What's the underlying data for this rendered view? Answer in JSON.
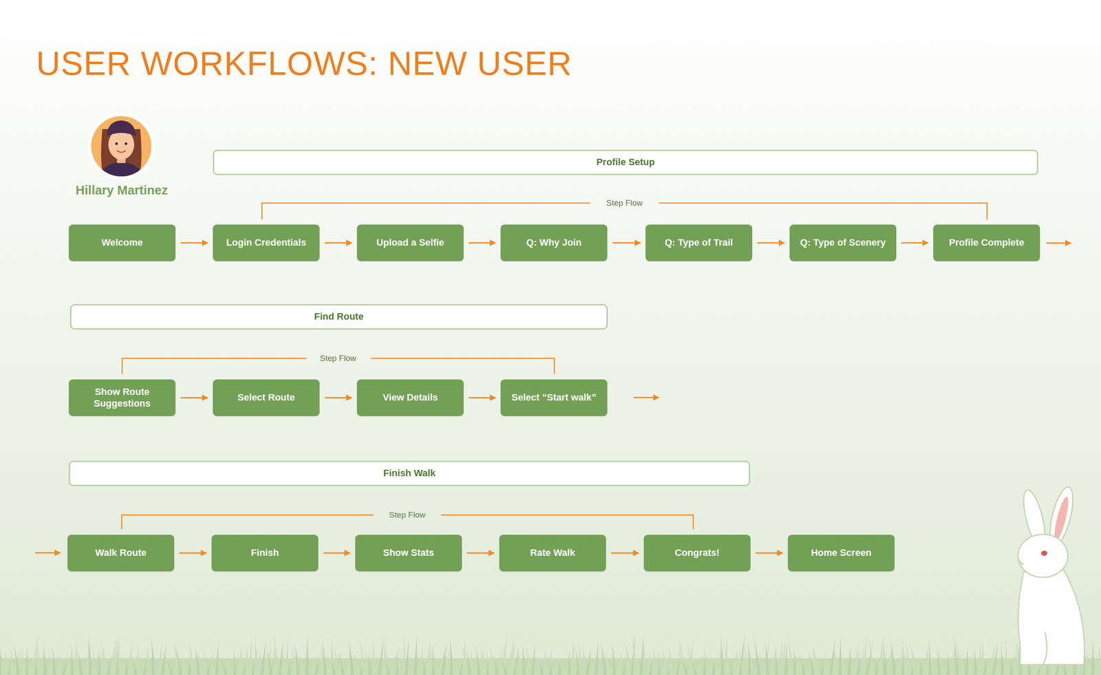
{
  "diagram": {
    "title": "USER WORKFLOWS: NEW USER",
    "nodes": [
      {
        "text": [
          "Profile Setup"
        ]
      },
      {
        "text": [
          "Welcome"
        ]
      },
      {
        "text": [
          "Login Credentials"
        ]
      },
      {
        "text": [
          "Upload a Selfie"
        ]
      },
      {
        "text": [
          "Q: Why Join"
        ]
      },
      {
        "text": [
          "Q: Type of Trail"
        ]
      },
      {
        "text": [
          "Q: Type of Scenery"
        ]
      },
      {
        "text": [
          "Profile Complete"
        ]
      },
      {
        "text": [
          "Find Route"
        ]
      },
      {
        "text": [
          "Show Route Suggestions"
        ]
      },
      {
        "text": [
          "Select Route"
        ]
      },
      {
        "text": [
          "View Details"
        ]
      },
      {
        "text": [
          "Select “Start walk”"
        ]
      },
      {
        "text": [
          "Finish Walk"
        ]
      },
      {
        "text": [
          "Walk Route"
        ]
      },
      {
        "text": [
          "Finish"
        ]
      },
      {
        "text": [
          "Show Stats"
        ]
      },
      {
        "text": [
          "Rate Walk"
        ]
      },
      {
        "text": [
          "Congrats!"
        ]
      },
      {
        "text": [
          "Home Screen"
        ]
      }
    ],
    "edges": [
      {
        "from": 1,
        "to": 2,
        "arrow": "to"
      },
      {
        "from": 2,
        "to": 3,
        "arrow": "to"
      },
      {
        "from": 3,
        "to": 4,
        "arrow": "to"
      },
      {
        "from": 4,
        "to": 5,
        "arrow": "to"
      },
      {
        "from": 5,
        "to": 6,
        "arrow": "to"
      },
      {
        "from": 6,
        "to": 7,
        "arrow": "to"
      },
      {
        "from": 9,
        "to": 10,
        "arrow": "to"
      },
      {
        "from": 10,
        "to": 11,
        "arrow": "to"
      },
      {
        "from": 11,
        "to": 12,
        "arrow": "to"
      },
      {
        "from": 14,
        "to": 15,
        "arrow": "to"
      },
      {
        "from": 15,
        "to": 16,
        "arrow": "to"
      },
      {
        "from": 16,
        "to": 17,
        "arrow": "to"
      },
      {
        "from": 17,
        "to": 18,
        "arrow": "to"
      },
      {
        "from": 18,
        "to": 19,
        "arrow": "to"
      }
    ],
    "labels": [
      "Hillary Martinez",
      "Step Flow",
      "Step Flow",
      "Step Flow"
    ]
  }
}
